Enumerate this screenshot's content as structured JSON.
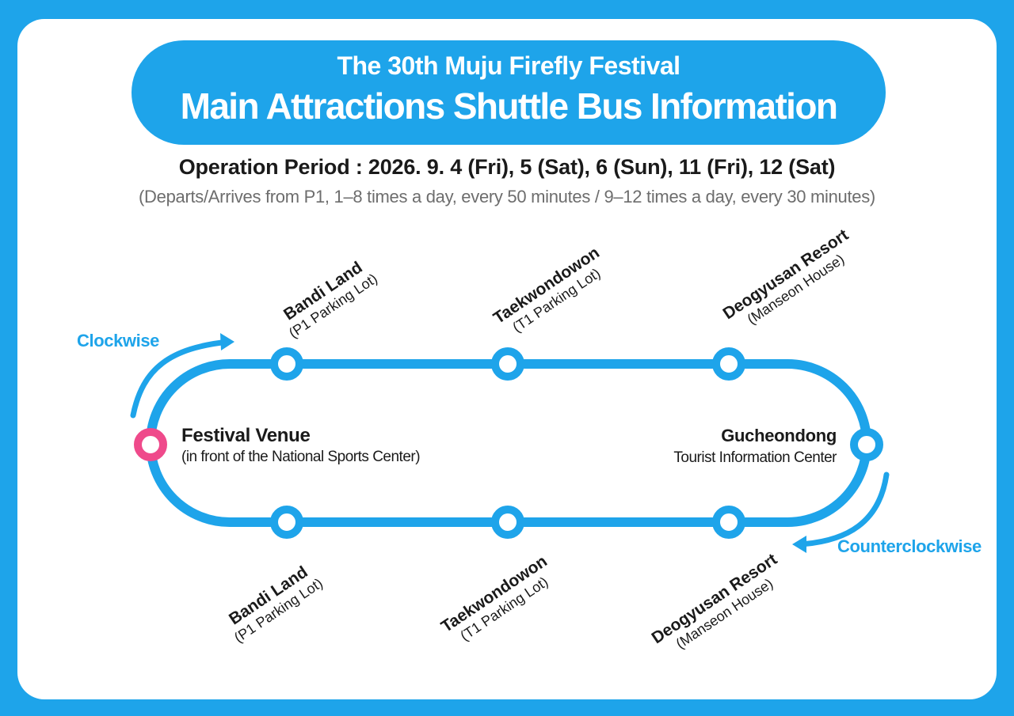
{
  "header": {
    "subtitle": "The 30th Muju Firefly Festival",
    "title": "Main Attractions Shuttle Bus Information"
  },
  "schedule": {
    "period": "Operation Period : 2026. 9. 4 (Fri), 5 (Sat), 6 (Sun), 11 (Fri), 12 (Sat)",
    "note": "(Departs/Arrives from P1, 1–8 times a day, every 50 minutes / 9–12 times a day, every 30 minutes)"
  },
  "directions": {
    "clockwise": "Clockwise",
    "counterclockwise": "Counterclockwise"
  },
  "terminals": {
    "origin": {
      "name": "Festival Venue",
      "detail": "(in front of the National Sports Center)"
    },
    "end": {
      "name": "Gucheondong",
      "detail": "Tourist Information Center"
    }
  },
  "stops_top": [
    {
      "name": "Bandi Land",
      "detail": "(P1 Parking Lot)"
    },
    {
      "name": "Taekwondowon",
      "detail": "(T1 Parking Lot)"
    },
    {
      "name": "Deogyusan Resort",
      "detail": "(Manseon House)"
    }
  ],
  "stops_bottom": [
    {
      "name": "Bandi Land",
      "detail": "(P1 Parking Lot)"
    },
    {
      "name": "Taekwondowon",
      "detail": "(T1 Parking Lot)"
    },
    {
      "name": "Deogyusan Resort",
      "detail": "(Manseon House)"
    }
  ],
  "colors": {
    "route": "#1ea4ea",
    "origin_marker": "#ef4a8b",
    "background": "#1ea4ea"
  }
}
